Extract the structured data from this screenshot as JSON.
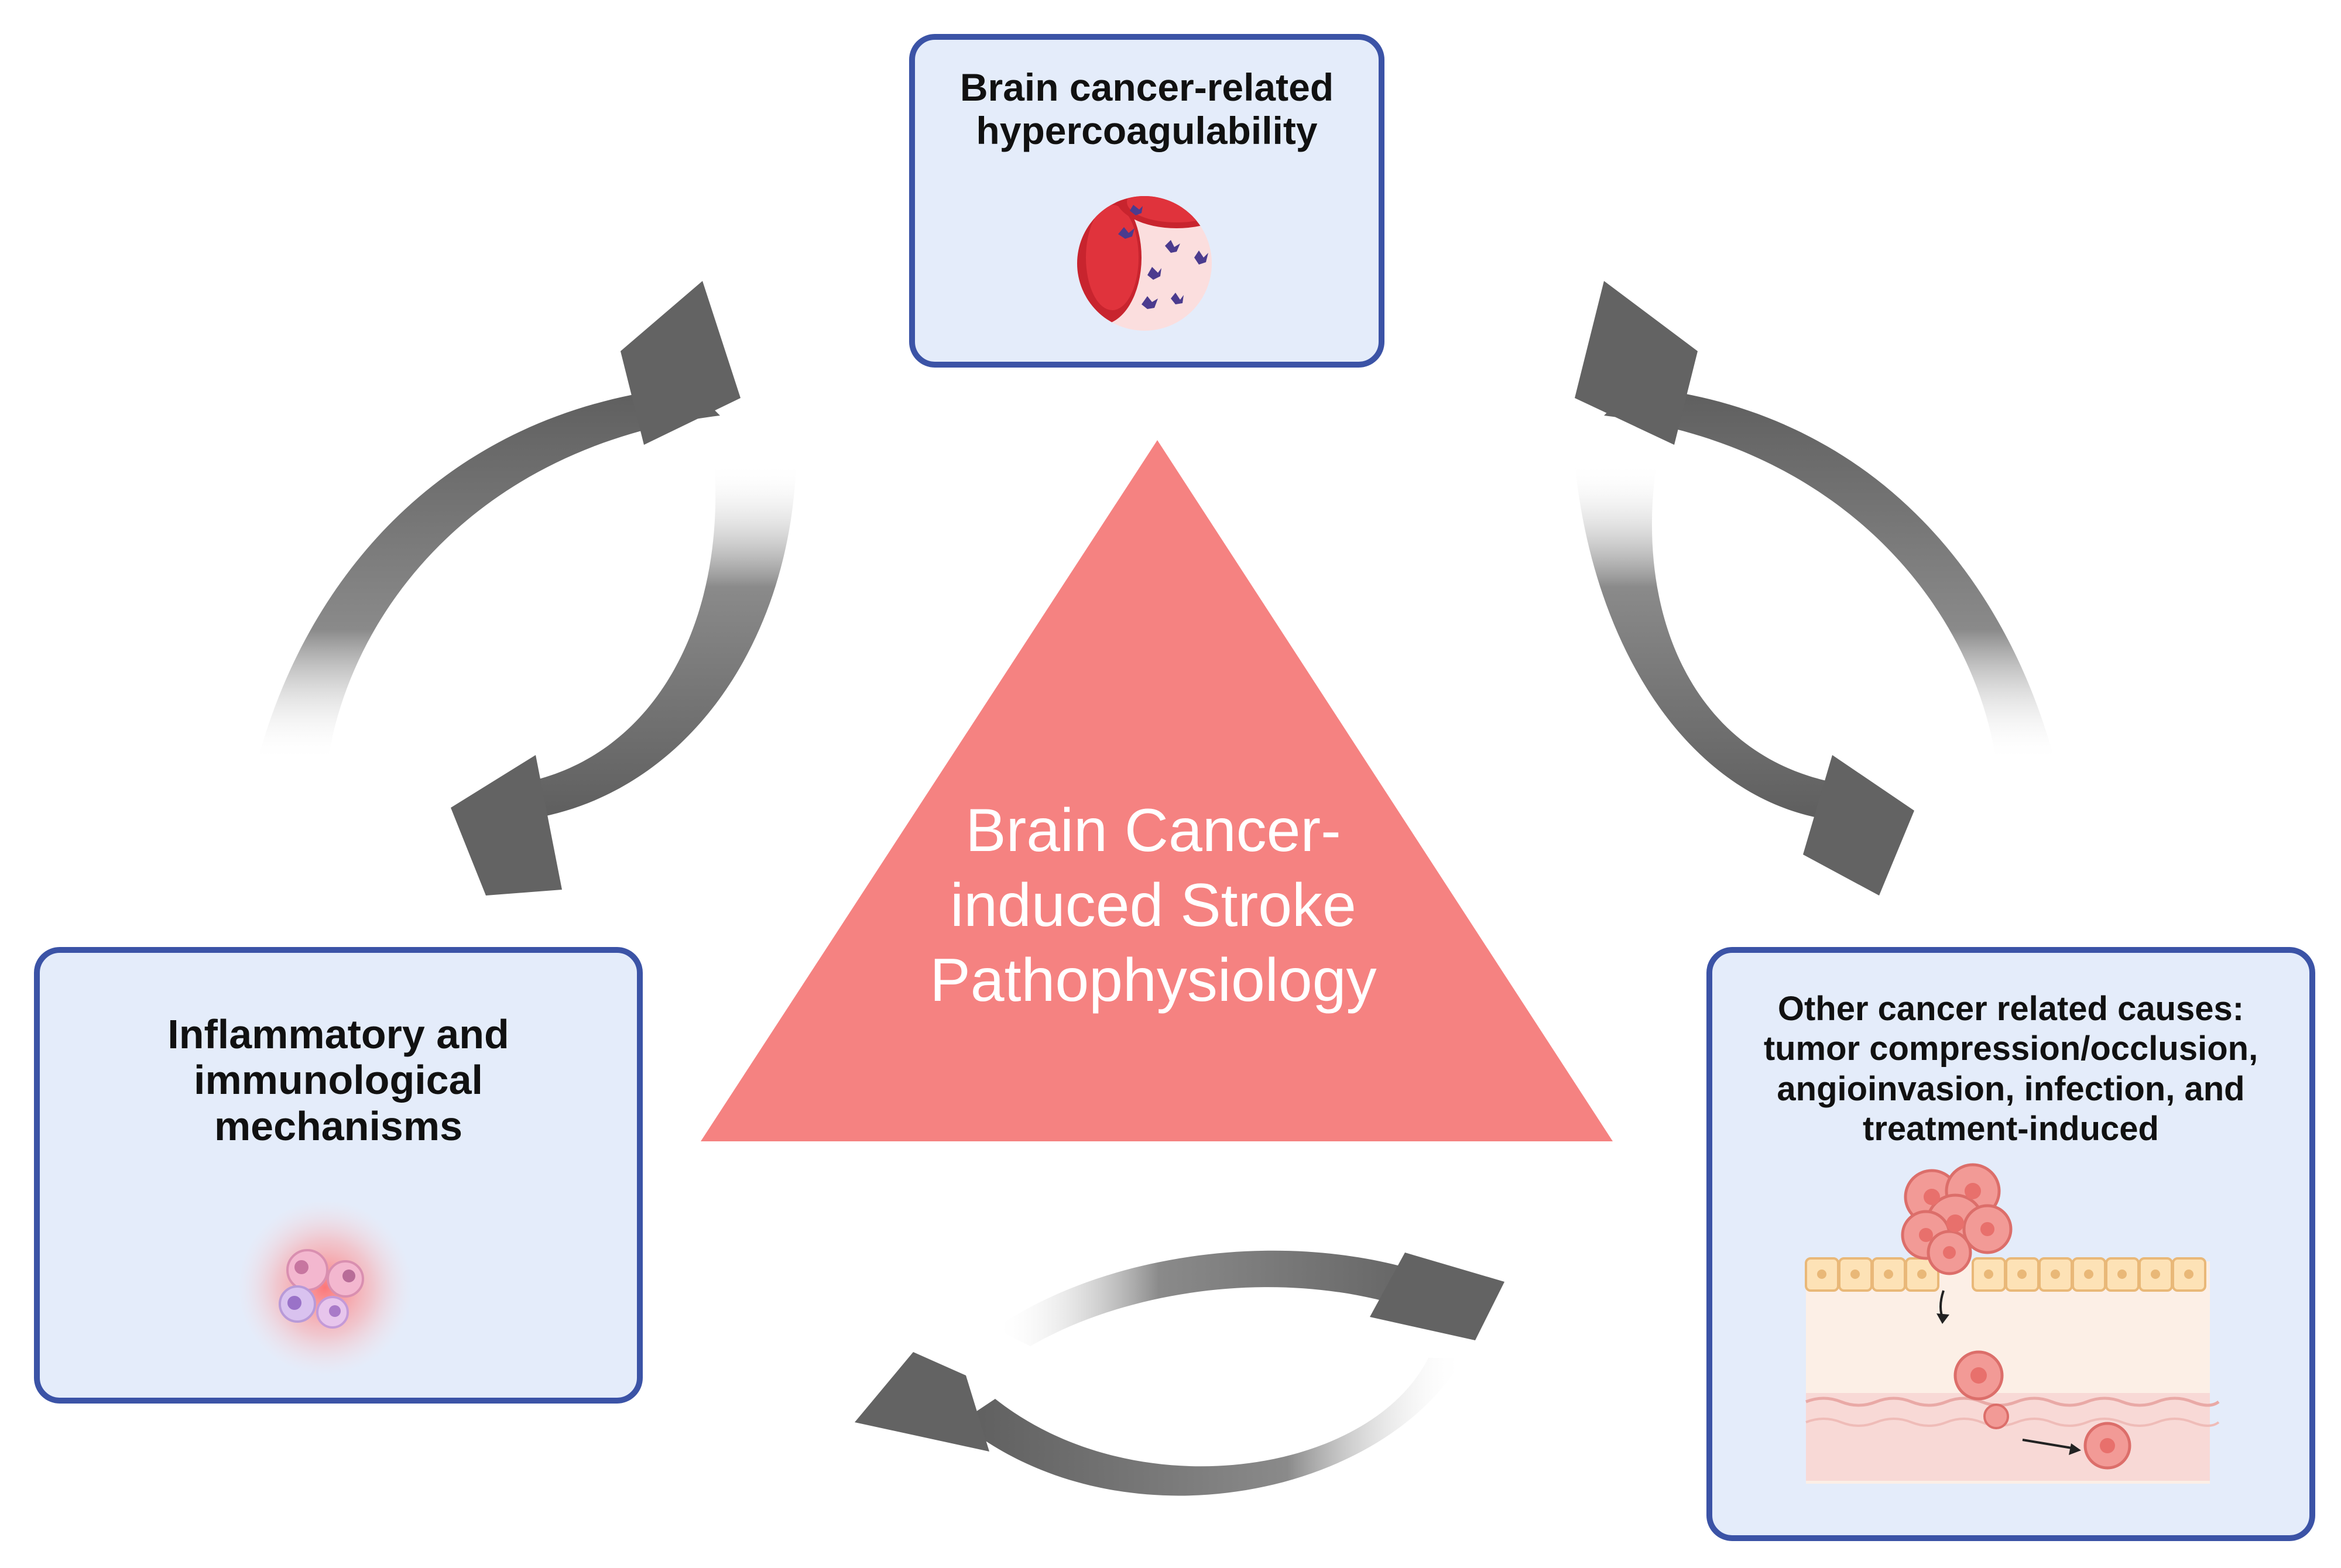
{
  "center": {
    "line1": "Brain Cancer-",
    "line2": "induced Stroke",
    "line3": "Pathophysiology"
  },
  "boxes": {
    "top": {
      "line1": "Brain cancer-related",
      "line2": "hypercoagulability"
    },
    "left": {
      "line1": "Inflammatory and",
      "line2": "immunological",
      "line3": "mechanisms"
    },
    "right": {
      "line1": "Other cancer related causes:",
      "line2": "tumor compression/occlusion,",
      "line3": "angioinvasion, infection, and",
      "line4": "treatment-induced"
    }
  },
  "colors": {
    "triangle": "#f58281",
    "box_fill": "#e4ecfa",
    "box_border": "#3b53a6",
    "arrow": "#6b6b6b"
  },
  "icons": {
    "top": "blood-clot-icon",
    "left": "immune-cells-icon",
    "right": "tumor-angioinvasion-icon"
  }
}
